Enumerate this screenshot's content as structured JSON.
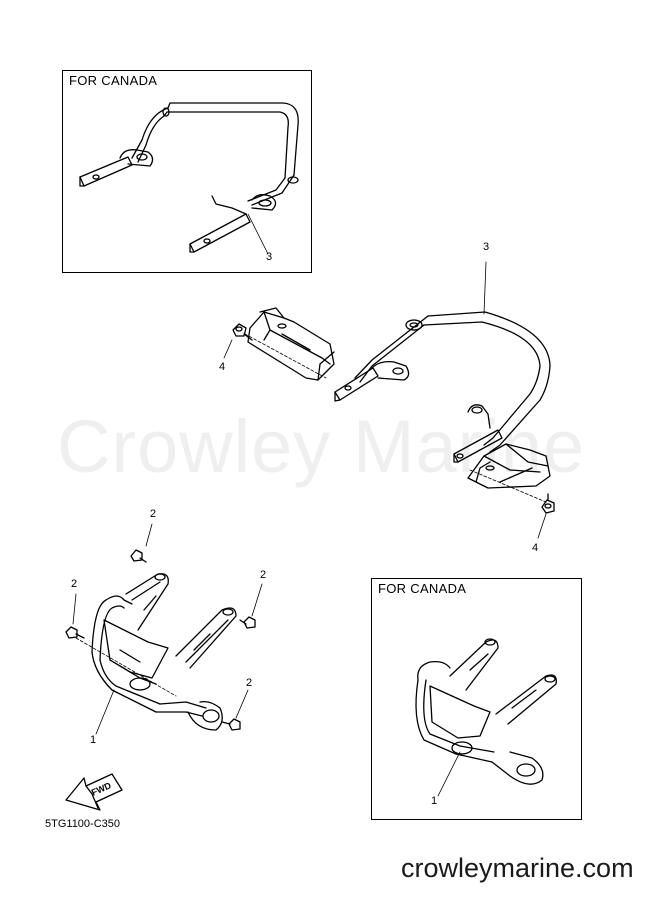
{
  "watermark": "Crowley Marine",
  "site_url": "crowleymarine.com",
  "diagram_code": "5TG1100-C350",
  "panels": {
    "top": {
      "title": "FOR CANADA",
      "callout": "3"
    },
    "bottom": {
      "title": "FOR CANADA",
      "callout": "1"
    }
  },
  "callouts": {
    "rear_bar": "3",
    "rear_bolt_left": "4",
    "rear_bolt_right": "4",
    "bolt_top": "2",
    "bolt_left": "2",
    "bolt_right": "2",
    "bolt_bottom": "2",
    "front_bar": "1"
  },
  "fwd_arrow": "FWD"
}
